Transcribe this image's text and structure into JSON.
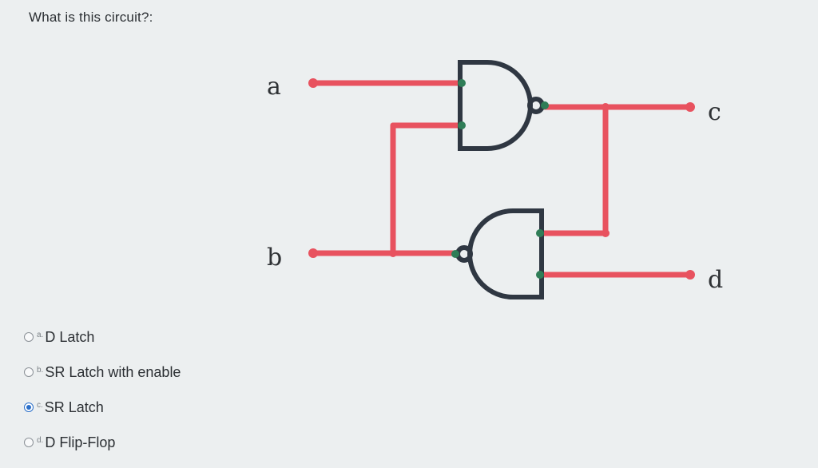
{
  "question": {
    "text": "What is this circuit?:"
  },
  "circuit": {
    "labels": {
      "a": "a",
      "b": "b",
      "c": "c",
      "d": "d"
    },
    "colors": {
      "wire": "#e8525f",
      "gate": "#2f3742",
      "node": "#2f7d57"
    }
  },
  "options": [
    {
      "letter": "a.",
      "text": "D Latch",
      "selected": false
    },
    {
      "letter": "b.",
      "text": "SR Latch with enable",
      "selected": false
    },
    {
      "letter": "c.",
      "text": "SR Latch",
      "selected": true
    },
    {
      "letter": "d.",
      "text": "D Flip-Flop",
      "selected": false
    }
  ]
}
